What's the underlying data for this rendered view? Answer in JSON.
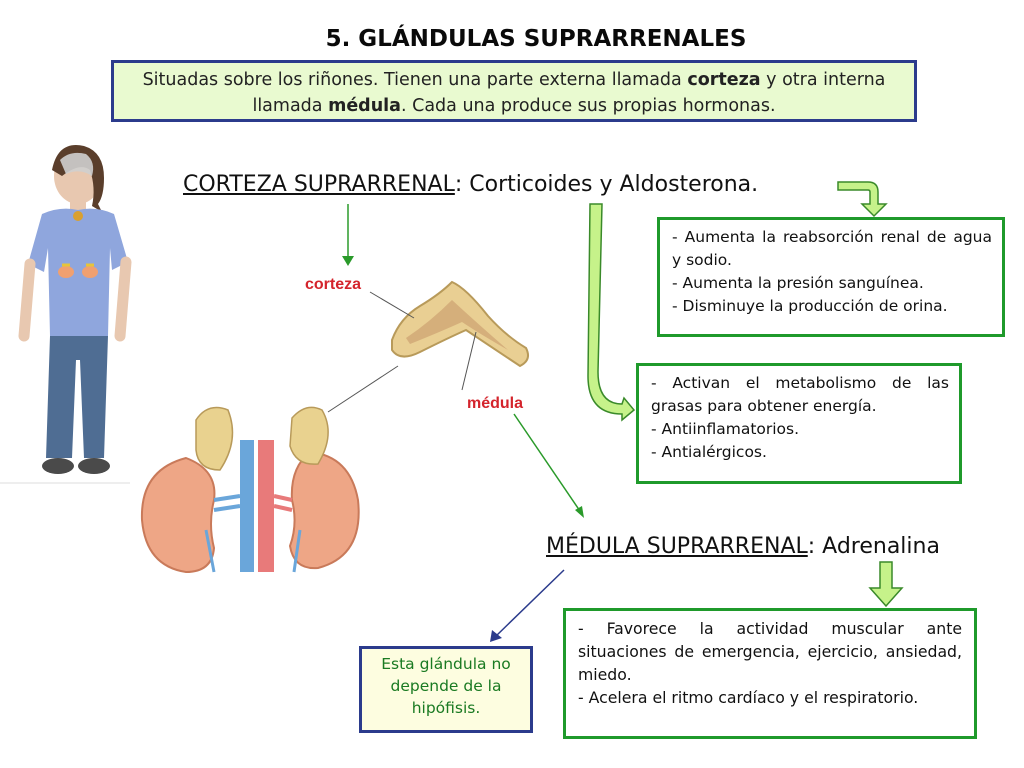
{
  "title": "5. GLÁNDULAS SUPRARRENALES",
  "intro": {
    "t1": "Situadas sobre los riñones. Tienen una parte externa llamada ",
    "b1": "corteza",
    "t2": " y otra interna llamada ",
    "b2": "médula",
    "t3": ". Cada una produce sus propias hormonas."
  },
  "corteza": {
    "heading": "CORTEZA SUPRARRENAL",
    "hormones": ": Corticoides y Aldosterona.",
    "aldosterona_effects": [
      "- Aumenta la reabsorción renal de agua y sodio.",
      "- Aumenta la presión sanguínea.",
      "- Disminuye la producción de orina."
    ],
    "corticoides_effects": [
      "- Activan el metabolismo de las grasas para obtener energía.",
      "- Antiinflamatorios.",
      "- Antialérgicos."
    ]
  },
  "medula": {
    "heading": "MÉDULA SUPRARRENAL",
    "hormones": ": Adrenalina",
    "effects": [
      "- Favorece la actividad muscular ante situaciones de emergencia, ejercicio, ansiedad, miedo.",
      "- Acelera el ritmo cardíaco y el respiratorio."
    ],
    "note": "Esta glándula no depende de la hipófisis."
  },
  "diagram_labels": {
    "corteza": "corteza",
    "medula": "médula"
  },
  "colors": {
    "box_border": "#1f9a2b",
    "intro_border": "#2b3b8c",
    "intro_bg": "#e9fad0",
    "arrow_fill": "#c6f28a",
    "label_red": "#d4242c"
  }
}
